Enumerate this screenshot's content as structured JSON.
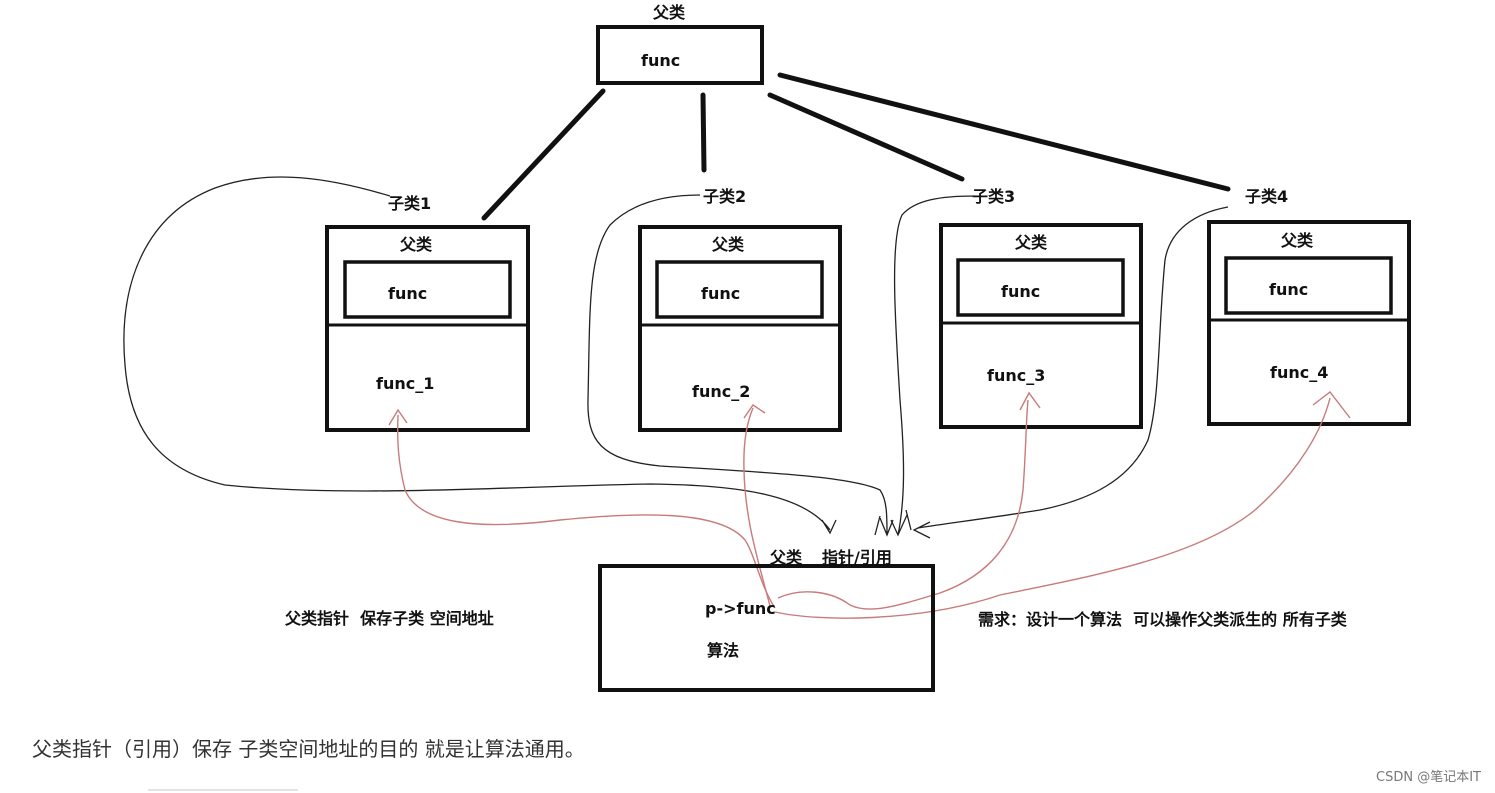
{
  "parent": {
    "title": "父类",
    "method": "func"
  },
  "children": [
    {
      "title": "子类1",
      "parent_label": "父类",
      "method": "func",
      "own_method": "func_1"
    },
    {
      "title": "子类2",
      "parent_label": "父类",
      "method": "func",
      "own_method": "func_2"
    },
    {
      "title": "子类3",
      "parent_label": "父类",
      "method": "func",
      "own_method": "func_3"
    },
    {
      "title": "子类4",
      "parent_label": "父类",
      "method": "func",
      "own_method": "func_4"
    }
  ],
  "algorithm": {
    "header_left": "父类",
    "header_right": "指针/引用",
    "call": "p->func",
    "name": "算法"
  },
  "notes": {
    "left": "父类指针  保存子类 空间地址",
    "right": "需求：设计一个算法  可以操作父类派生的 所有子类"
  },
  "caption": "父类指针（引用）保存 子类空间地址的目的 就是让算法通用。",
  "footer": "CSDN @笔记本IT",
  "colors": {
    "ink": "#111111",
    "arrow_red": "#c97a7a",
    "caption": "#333333",
    "footer": "#777777"
  }
}
